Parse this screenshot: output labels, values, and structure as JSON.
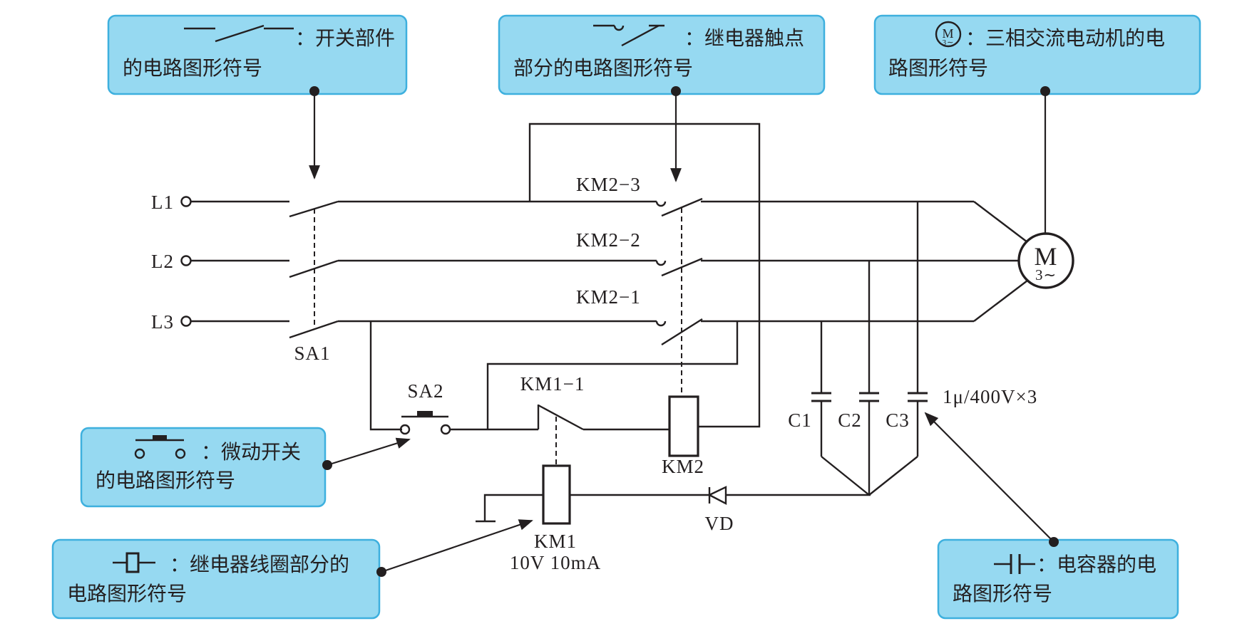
{
  "terminals": {
    "l1": "L1",
    "l2": "L2",
    "l3": "L3"
  },
  "components": {
    "sa1": "SA1",
    "sa2": "SA2",
    "km2_3": "KM2−3",
    "km2_2": "KM2−2",
    "km2_1": "KM2−1",
    "km1_1": "KM1−1",
    "km2": "KM2",
    "km1": "KM1",
    "km1_rating": "10V  10mA",
    "vd": "VD",
    "c1": "C1",
    "c2": "C2",
    "c3": "C3",
    "cap_rating": "1μ/400V×3"
  },
  "motor": {
    "letter": "M",
    "phase": "3∼"
  },
  "callouts": {
    "switch": {
      "line1": "：开关部件",
      "line2": "的电路图形符号"
    },
    "relay_contact": {
      "line1": "：继电器触点",
      "line2": "部分的电路图形符号"
    },
    "motor": {
      "line1": "：三相交流电动机的电",
      "line2": "路图形符号"
    },
    "microswitch": {
      "line1": "：微动开关",
      "line2": "的电路图形符号"
    },
    "relay_coil": {
      "line1": "：继电器线圈部分的",
      "line2": "电路图形符号"
    },
    "capacitor": {
      "line1": "：电容器的电",
      "line2": "路图形符号"
    }
  },
  "colors": {
    "callout_fill": "#96d9f1",
    "callout_border": "#3eb0de",
    "line": "#231f20"
  }
}
